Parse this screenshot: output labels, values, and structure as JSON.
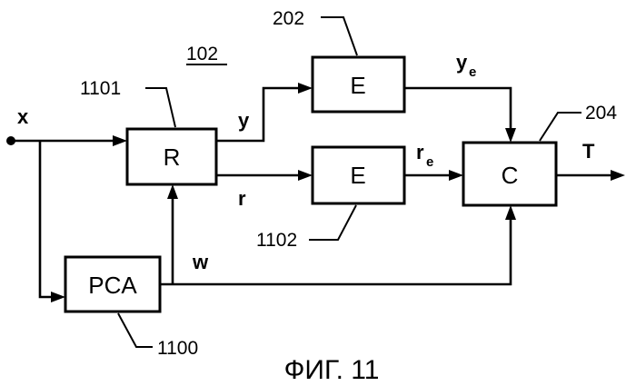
{
  "figure": {
    "caption": "ФИГ. 11",
    "system_ref": "102"
  },
  "blocks": {
    "pca": {
      "label": "PCA",
      "ref": "1100"
    },
    "r": {
      "label": "R",
      "ref": "1101"
    },
    "e_top": {
      "label": "E",
      "ref": "202"
    },
    "e_bottom": {
      "label": "E",
      "ref": "1102"
    },
    "c": {
      "label": "C",
      "ref": "204"
    }
  },
  "signals": {
    "input": "x",
    "y": "y",
    "r": "r",
    "w": "w",
    "ye_base": "y",
    "ye_sub": "e",
    "re_base": "r",
    "re_sub": "e",
    "output": "T"
  }
}
